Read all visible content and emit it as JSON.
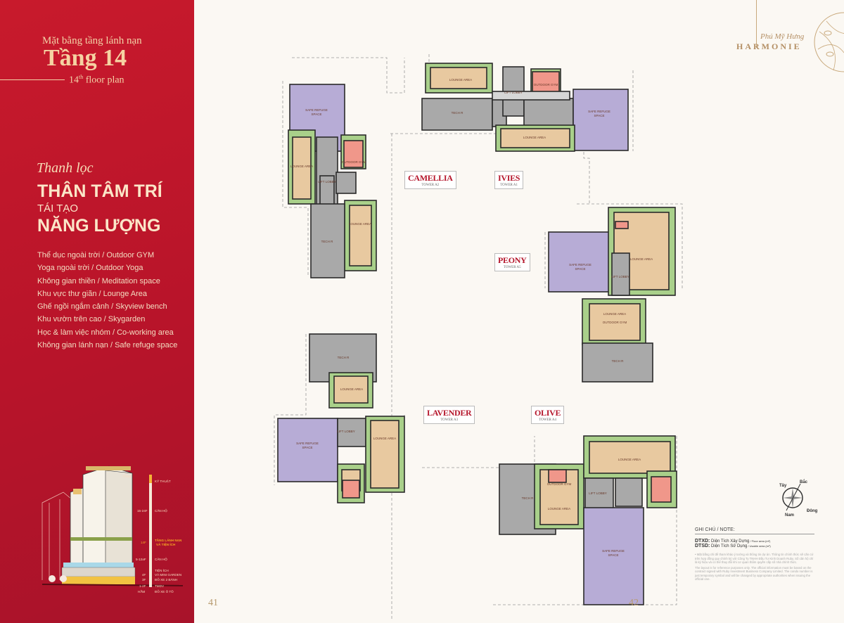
{
  "left": {
    "subtitle": "Mặt bằng tầng lánh nạn",
    "title": "Tầng 14",
    "floor_plan_num": "14",
    "floor_plan_sup": "th",
    "floor_plan_text": " floor plan",
    "script": "Thanh lọc",
    "h1": "THÂN TÂM TRÍ",
    "h2": "TÁI TẠO",
    "h3": "NĂNG LƯỢNG",
    "features": [
      "Thể dục ngoài trời / Outdoor GYM",
      "Yoga ngoài trời / Outdoor Yoga",
      "Không gian thiền / Meditation space",
      "Khu vực thư giãn / Lounge Area",
      "Ghế ngồi ngắm cảnh / Skyview bench",
      "Khu vườn trên cao / Skygarden",
      "Học & làm việc nhóm / Co-working area",
      "Không gian lánh nạn / Safe refuge space"
    ],
    "building": {
      "tang": "TẦNG",
      "kythuat": "KỸ THUẬT",
      "f1524": "15-24F",
      "canho": "CĂN HỘ",
      "f14": "14F",
      "lanhnan1": "TẦNG LÁNH NẠN",
      "lanhnan2": "VÀ TIỆN ÍCH",
      "f512": "5-12aF",
      "f4": "4F",
      "tienich1": "TIỆN ÍCH",
      "tienich2": "VÀ MINI GARDEN",
      "f3": "3F",
      "doxe2": "ĐỖ XE 2 BÁNH",
      "f12": "1-2F",
      "tmdv": "TMDV",
      "ham": "HẦM",
      "doxeoto": "ĐỖ XE Ô TÔ"
    }
  },
  "pages": {
    "left": "41",
    "right": "42"
  },
  "brand": {
    "line1": "Phú Mỹ Hưng",
    "line2": "HARMONIE"
  },
  "towers": [
    {
      "name": "CAMELLIA",
      "sub": "TOWER A2"
    },
    {
      "name": "IVIES",
      "sub": "TOWER A1"
    },
    {
      "name": "PEONY",
      "sub": "TOWER A5"
    },
    {
      "name": "LAVENDER",
      "sub": "TOWER A3"
    },
    {
      "name": "OLIVE",
      "sub": "TOWER A4"
    }
  ],
  "rooms": {
    "safe": "SAFE REFUGE",
    "space": "SPACE",
    "lounge": "LOUNGE AREA",
    "gym": "OUTDOOR GYM",
    "lift": "LIFT LOBBY",
    "tech": "TECH R"
  },
  "compass": {
    "n": "Bắc",
    "w": "Tây",
    "e": "Đông",
    "s": "Nam"
  },
  "note": {
    "title": "GHI CHÚ / NOTE:",
    "dtxd": "DTXD:",
    "dtxd_text": " Diện Tích Xây Dựng",
    "dtxd_en": " / Floor area (m²)",
    "dtsd": "DTSD:",
    "dtsd_text": " Diện Tích Sử Dụng",
    "dtsd_en": " / Usable area (m²)",
    "disclaimer_vi": "• Mặt bằng chỉ để tham khảo ý tưởng và thông tin dự án. Thông tin chính thức sẽ căn cứ trên hợp đồng quy chính ký với Công Ty TNHH Đầu Tư Kinh Doanh Ruby. Số căn hộ chỉ là ký hiệu và có thể thay đổi khi cơ quan thẩm quyền cấp số nhà chính thức.",
    "disclaimer_en": "The layout is for reference purposes only. The official information must be based on the contract signed with Ruby Investment Business Company Limited. The condo number is just temporary symbol and will be changed by appropriate authorities when issuing the official one."
  },
  "colors": {
    "red": "#b8142a",
    "purple": "#b7acd6",
    "green": "#a9d08a",
    "beige": "#e8c9a0",
    "pink": "#f0978a",
    "grey": "#a9a9a9",
    "gold": "#b48f64"
  }
}
